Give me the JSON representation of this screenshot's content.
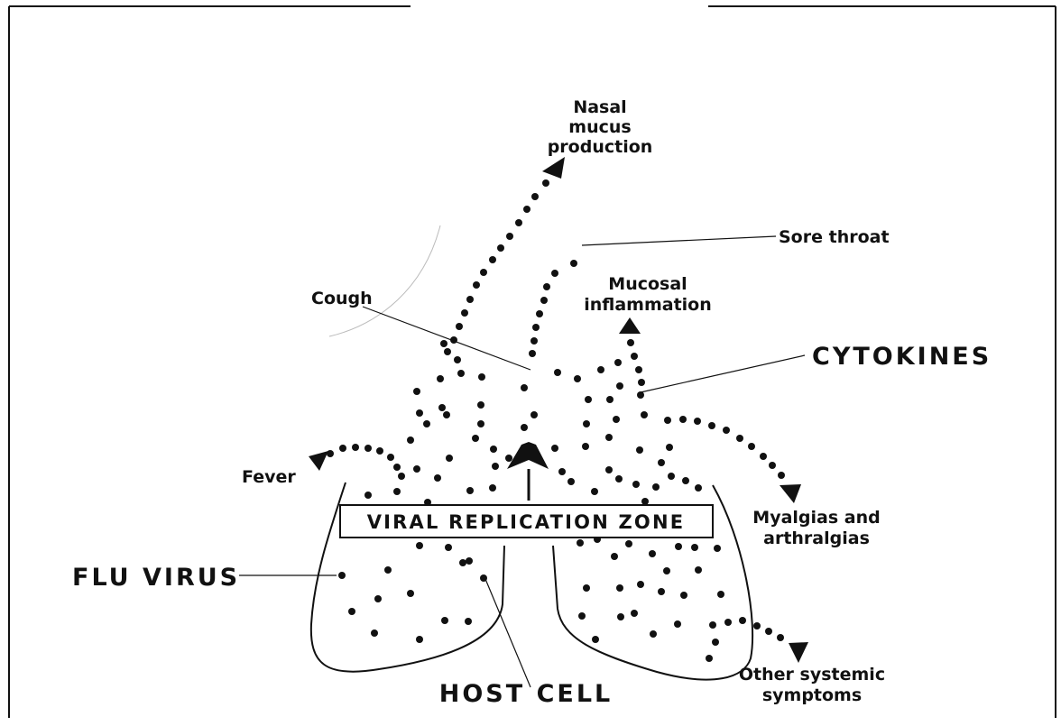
{
  "labels": {
    "nasal_1": "Nasal",
    "nasal_2": "mucus",
    "nasal_3": "production",
    "sore_throat": "Sore throat",
    "mucosal_1": "Mucosal",
    "mucosal_2": "inflammation",
    "cough": "Cough",
    "cytokines": "CYTOKINES",
    "fever": "Fever",
    "viral_zone": "VIRAL REPLICATION ZONE",
    "myalgias_1": "Myalgias and",
    "myalgias_2": "arthralgias",
    "flu_virus": "FLU VIRUS",
    "host_cell": "HOST CELL",
    "systemic_1": "Other systemic",
    "systemic_2": "symptoms"
  },
  "colors": {
    "ink": "#111111",
    "background": "#ffffff"
  }
}
